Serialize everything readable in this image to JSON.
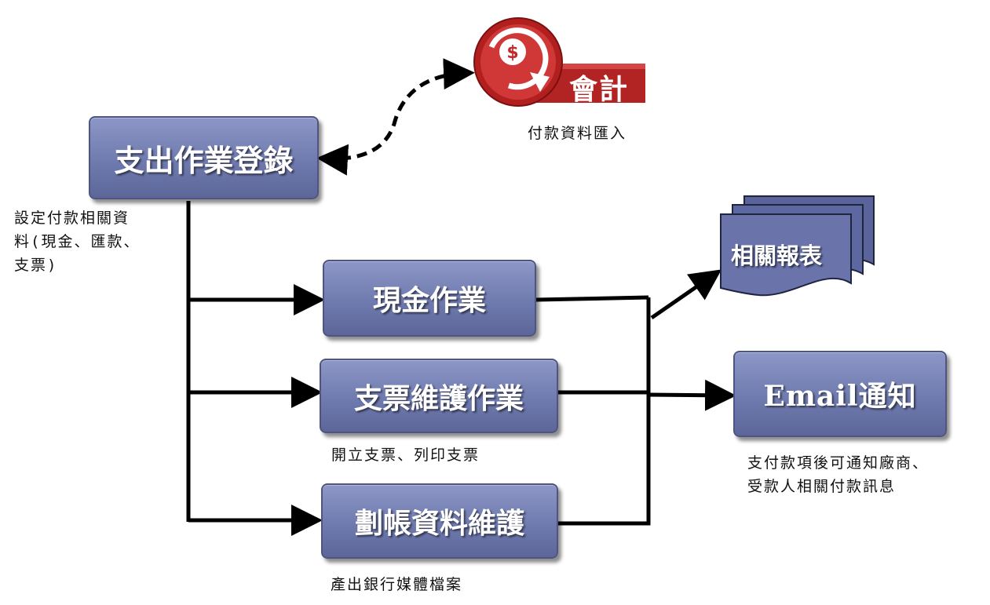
{
  "boxes": {
    "register": "支出作業登錄",
    "cash": "現金作業",
    "cheque": "支票維護作業",
    "transfer": "劃帳資料維護",
    "email": "Email通知"
  },
  "accounting": {
    "label": "會計",
    "icon": "dollar-coin-arrow-icon",
    "caption": "付款資料匯入"
  },
  "reports": {
    "label": "相關報表",
    "icon": "stacked-documents-icon"
  },
  "notes": {
    "register": [
      "設定付款相關資",
      "料(現金、匯款、",
      "支票)"
    ],
    "cheque": "開立支票、列印支票",
    "transfer": "產出銀行媒體檔案",
    "email": [
      "支付款項後可通知廠商、",
      "受款人相關付款訊息"
    ]
  },
  "colors": {
    "box_fill": "#7680b5",
    "accounting_red": "#b52525",
    "document_fill": "#5e68a0"
  }
}
